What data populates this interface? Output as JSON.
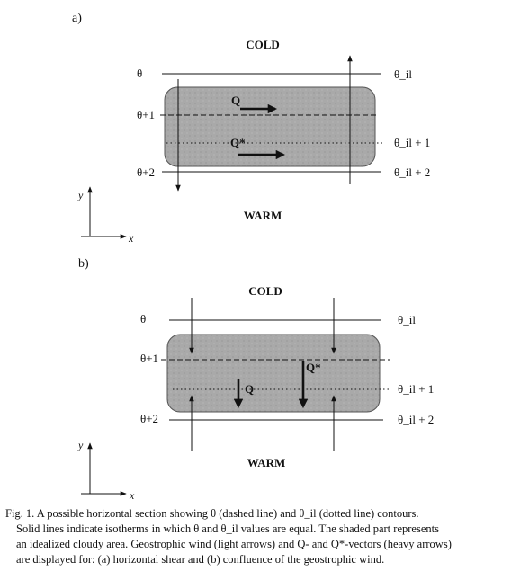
{
  "panel_a": {
    "label": "a)",
    "top_label": "COLD",
    "bottom_label": "WARM",
    "left_labels": [
      "θ",
      "θ+1",
      "θ+2"
    ],
    "right_labels": [
      "θ_il",
      "θ_il + 1",
      "θ_il + 2"
    ],
    "vector_q": "Q",
    "vector_qstar": "Q*",
    "axis_x": "x",
    "axis_y": "y"
  },
  "panel_b": {
    "label": "b)",
    "top_label": "COLD",
    "bottom_label": "WARM",
    "left_labels": [
      "θ",
      "θ+1",
      "θ+2"
    ],
    "right_labels": [
      "θ_il",
      "θ_il + 1",
      "θ_il + 2"
    ],
    "vector_q": "Q",
    "vector_qstar": "Q*",
    "axis_x": "x",
    "axis_y": "y"
  },
  "caption": {
    "line1": "Fig. 1. A possible horizontal section showing θ (dashed line) and θ_il (dotted line) contours.",
    "line2": "Solid lines indicate isotherms in which θ and θ_il values are equal. The shaded part represents",
    "line3": "an idealized cloudy area. Geostrophic wind (light arrows) and Q- and Q*-vectors (heavy arrows)",
    "line4": "are displayed for: (a) horizontal shear and (b) confluence of the geostrophic wind."
  },
  "colors": {
    "shade": "#a9a9a9",
    "ink": "#111111"
  }
}
